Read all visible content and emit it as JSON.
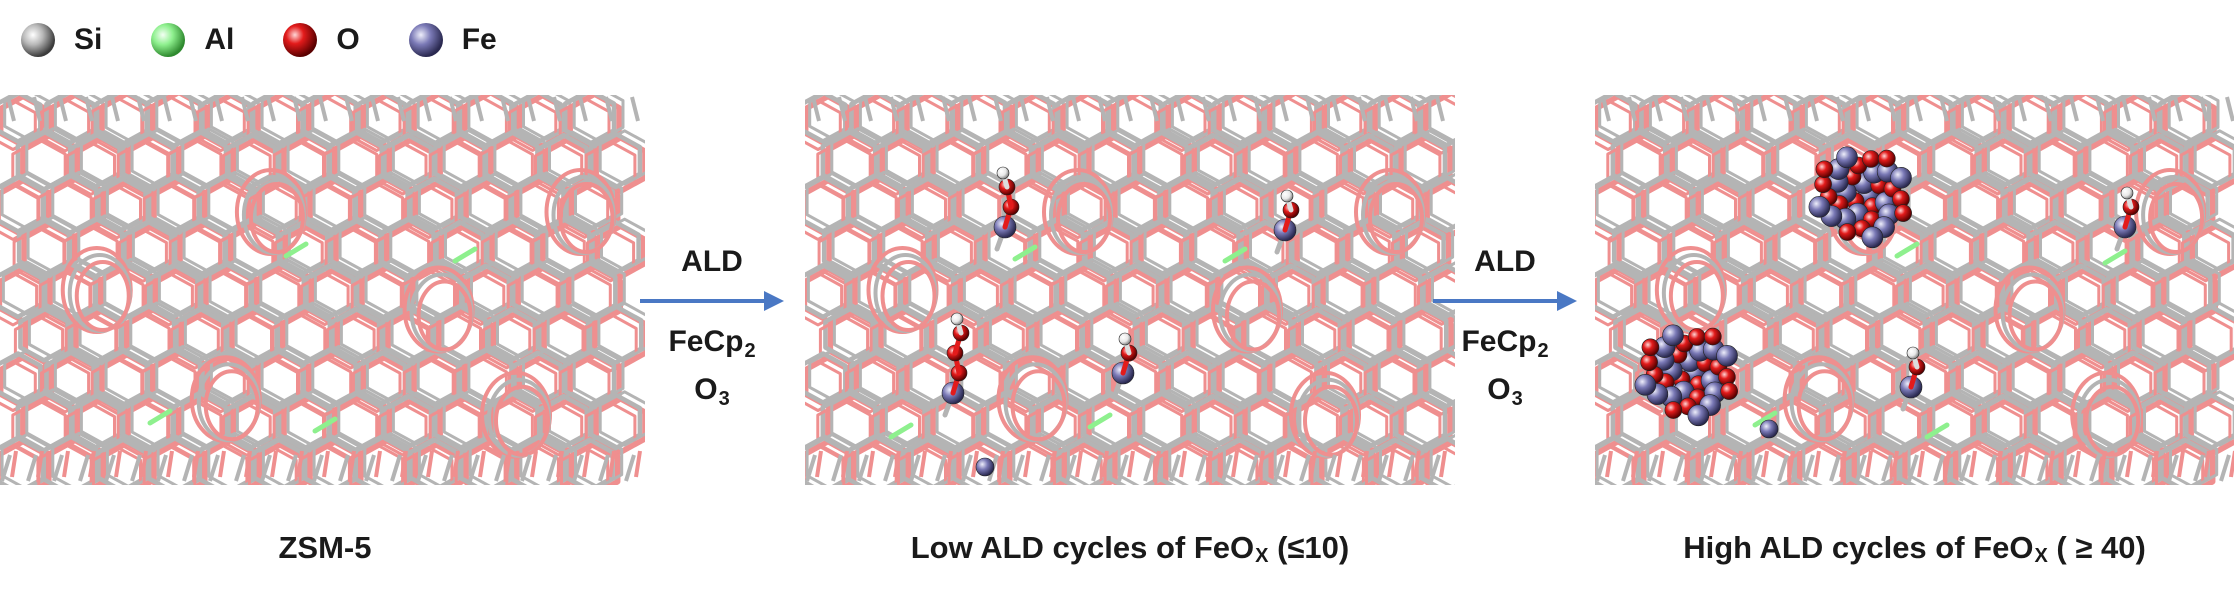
{
  "legend": [
    {
      "label": "Si",
      "color": "#a9a9a9"
    },
    {
      "label": "Al",
      "color": "#8ef08e"
    },
    {
      "label": "O",
      "color": "#e31b1b"
    },
    {
      "label": "Fe",
      "color": "#7a79b6"
    }
  ],
  "steps": [
    {
      "line1": "ALD",
      "line2_main": "FeCp",
      "line2_sub": "2",
      "line3_main": "O",
      "line3_sub": "3"
    },
    {
      "line1": "ALD",
      "line2_main": "FeCp",
      "line2_sub": "2",
      "line3_main": "O",
      "line3_sub": "3"
    }
  ],
  "captions": {
    "panel1": "ZSM-5",
    "panel2_pre": "Low ALD cycles of FeO",
    "panel2_sub": "X",
    "panel2_post": " (≤10)",
    "panel3_pre": "High ALD cycles of FeO",
    "panel3_sub": "X",
    "panel3_post": " ( ≥ 40)"
  },
  "colors": {
    "framework_pink": "#ef8f8f",
    "framework_grey": "#b4b4b4",
    "arrow_blue": "#4a78c4",
    "aluminum_green": "#8ef08e",
    "iron_purple": "#7a79b6",
    "oxygen_red": "#e31b1b",
    "hydrogen_white": "#f4f4f4"
  }
}
